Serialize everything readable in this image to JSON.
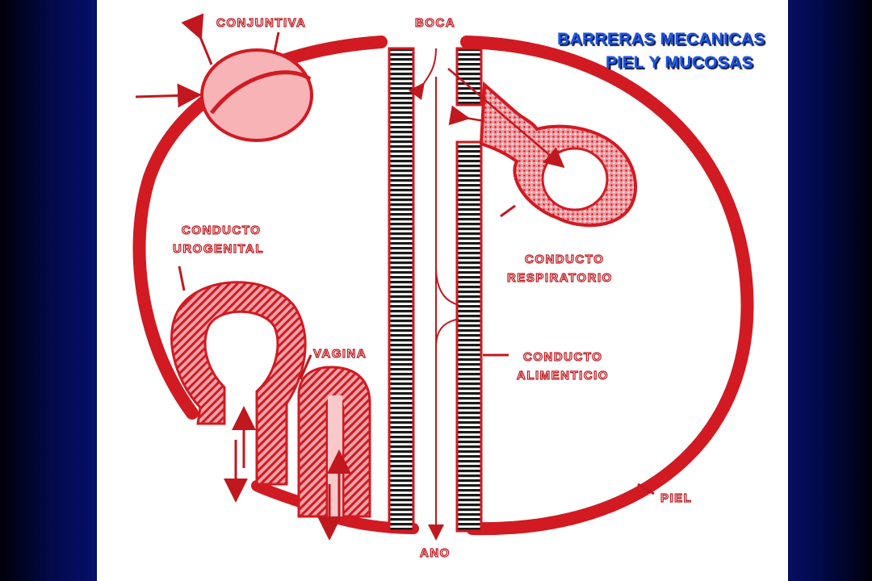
{
  "title": {
    "line1": "BARRERAS MECANICAS",
    "line2": "PIEL Y MUCOSAS"
  },
  "labels": {
    "conjuntiva": "CONJUNTIVA",
    "boca": "BOCA",
    "conducto_urogenital_1": "CONDUCTO",
    "conducto_urogenital_2": "UROGENITAL",
    "conducto_respiratorio_1": "CONDUCTO",
    "conducto_respiratorio_2": "RESPIRATORIO",
    "vagina": "VAGINA",
    "conducto_alimenticio_1": "CONDUCTO",
    "conducto_alimenticio_2": "ALIMENTICIO",
    "piel": "PIEL",
    "ano": "ANO"
  },
  "colors": {
    "diagram_red": "#d11a22",
    "title_blue": "#1a55e8",
    "light_pink": "#f7b3b6"
  }
}
